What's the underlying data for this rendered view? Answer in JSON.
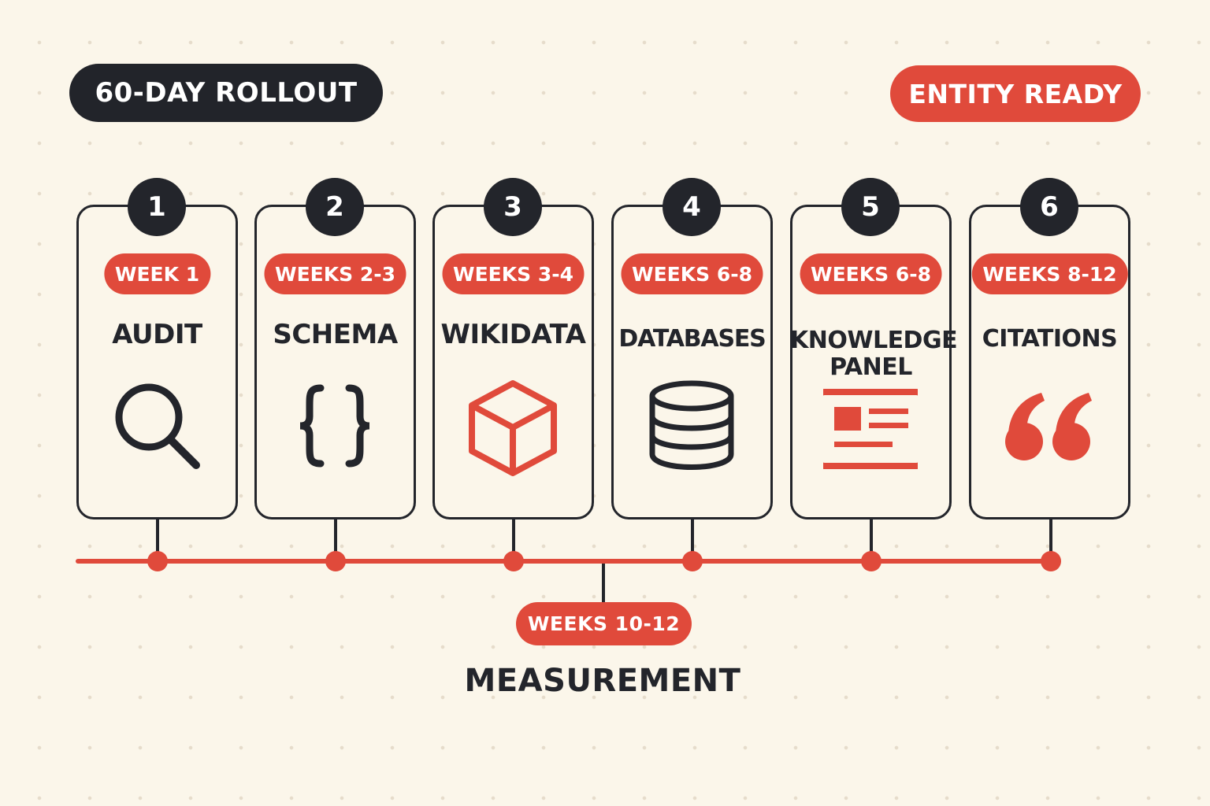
{
  "header": {
    "rollout_label": "60-DAY ROLLOUT",
    "status_label": "ENTITY READY"
  },
  "colors": {
    "accent": "#e04a3b",
    "ink": "#23252b",
    "background": "#fbf6ea"
  },
  "steps": [
    {
      "number": "1",
      "weeks": "WEEK 1",
      "title": "AUDIT",
      "icon": "magnifier-icon"
    },
    {
      "number": "2",
      "weeks": "WEEKS 2-3",
      "title": "SCHEMA",
      "icon": "curly-braces-icon"
    },
    {
      "number": "3",
      "weeks": "WEEKS 3-4",
      "title": "WIKIDATA",
      "icon": "cube-icon"
    },
    {
      "number": "4",
      "weeks": "WEEKS 6-8",
      "title": "DATABASES",
      "icon": "database-icon"
    },
    {
      "number": "5",
      "weeks": "WEEKS 6-8",
      "title_line1": "KNOWLEDGE",
      "title_line2": "PANEL",
      "icon": "knowledge-panel-icon"
    },
    {
      "number": "6",
      "weeks": "WEEKS 8-12",
      "title": "CITATIONS",
      "icon": "quote-icon"
    }
  ],
  "measurement": {
    "weeks": "WEEKS 10-12",
    "title": "MEASUREMENT"
  }
}
